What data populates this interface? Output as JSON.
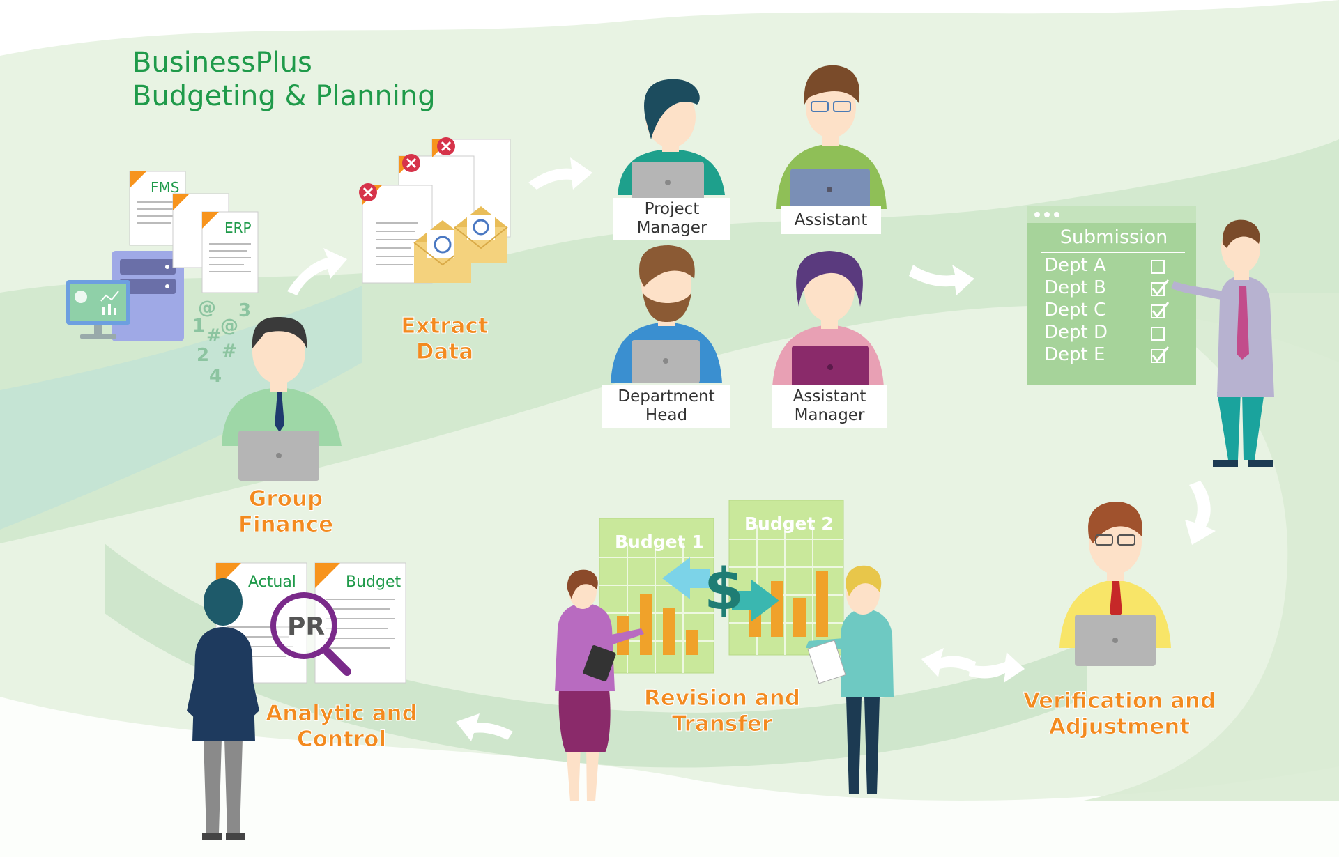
{
  "title": {
    "line1": "BusinessPlus",
    "line2": "Budgeting & Planning"
  },
  "colors": {
    "brand_green": "#1f9a4a",
    "stage_orange": "#f38a1f",
    "background_swoosh": "#e4f1df",
    "swoosh_dark": "#cfe6cc",
    "swoosh_teal": "#bfe0d4",
    "arrow_white": "#ffffff"
  },
  "sources": {
    "fms_label": "FMS",
    "erp_label": "ERP",
    "symbols": [
      "@",
      "3",
      "1",
      "#",
      "@",
      "2",
      "#",
      "4"
    ]
  },
  "stages": {
    "group_finance": {
      "line1": "Group",
      "line2": "Finance"
    },
    "extract_data": {
      "line1": "Extract",
      "line2": "Data"
    },
    "analytic_control": {
      "line1": "Analytic and",
      "line2": "Control"
    },
    "revision_transfer": {
      "line1": "Revision and",
      "line2": "Transfer"
    },
    "verification_adjustment": {
      "line1": "Verification and",
      "line2": "Adjustment"
    }
  },
  "roles": {
    "project_manager": {
      "line1": "Project",
      "line2": "Manager"
    },
    "assistant": {
      "line1": "Assistant"
    },
    "department_head": {
      "line1": "Department",
      "line2": "Head"
    },
    "assistant_manager": {
      "line1": "Assistant",
      "line2": "Manager"
    }
  },
  "submission": {
    "title": "Submission",
    "depts": [
      {
        "name": "Dept A",
        "checked": false
      },
      {
        "name": "Dept B",
        "checked": true
      },
      {
        "name": "Dept C",
        "checked": true
      },
      {
        "name": "Dept D",
        "checked": false
      },
      {
        "name": "Dept E",
        "checked": true
      }
    ]
  },
  "budgets": {
    "budget1": "Budget 1",
    "budget2": "Budget 2",
    "currency": "$"
  },
  "analytic": {
    "actual_label": "Actual",
    "budget_label": "Budget",
    "magnifier_text": "PR"
  }
}
